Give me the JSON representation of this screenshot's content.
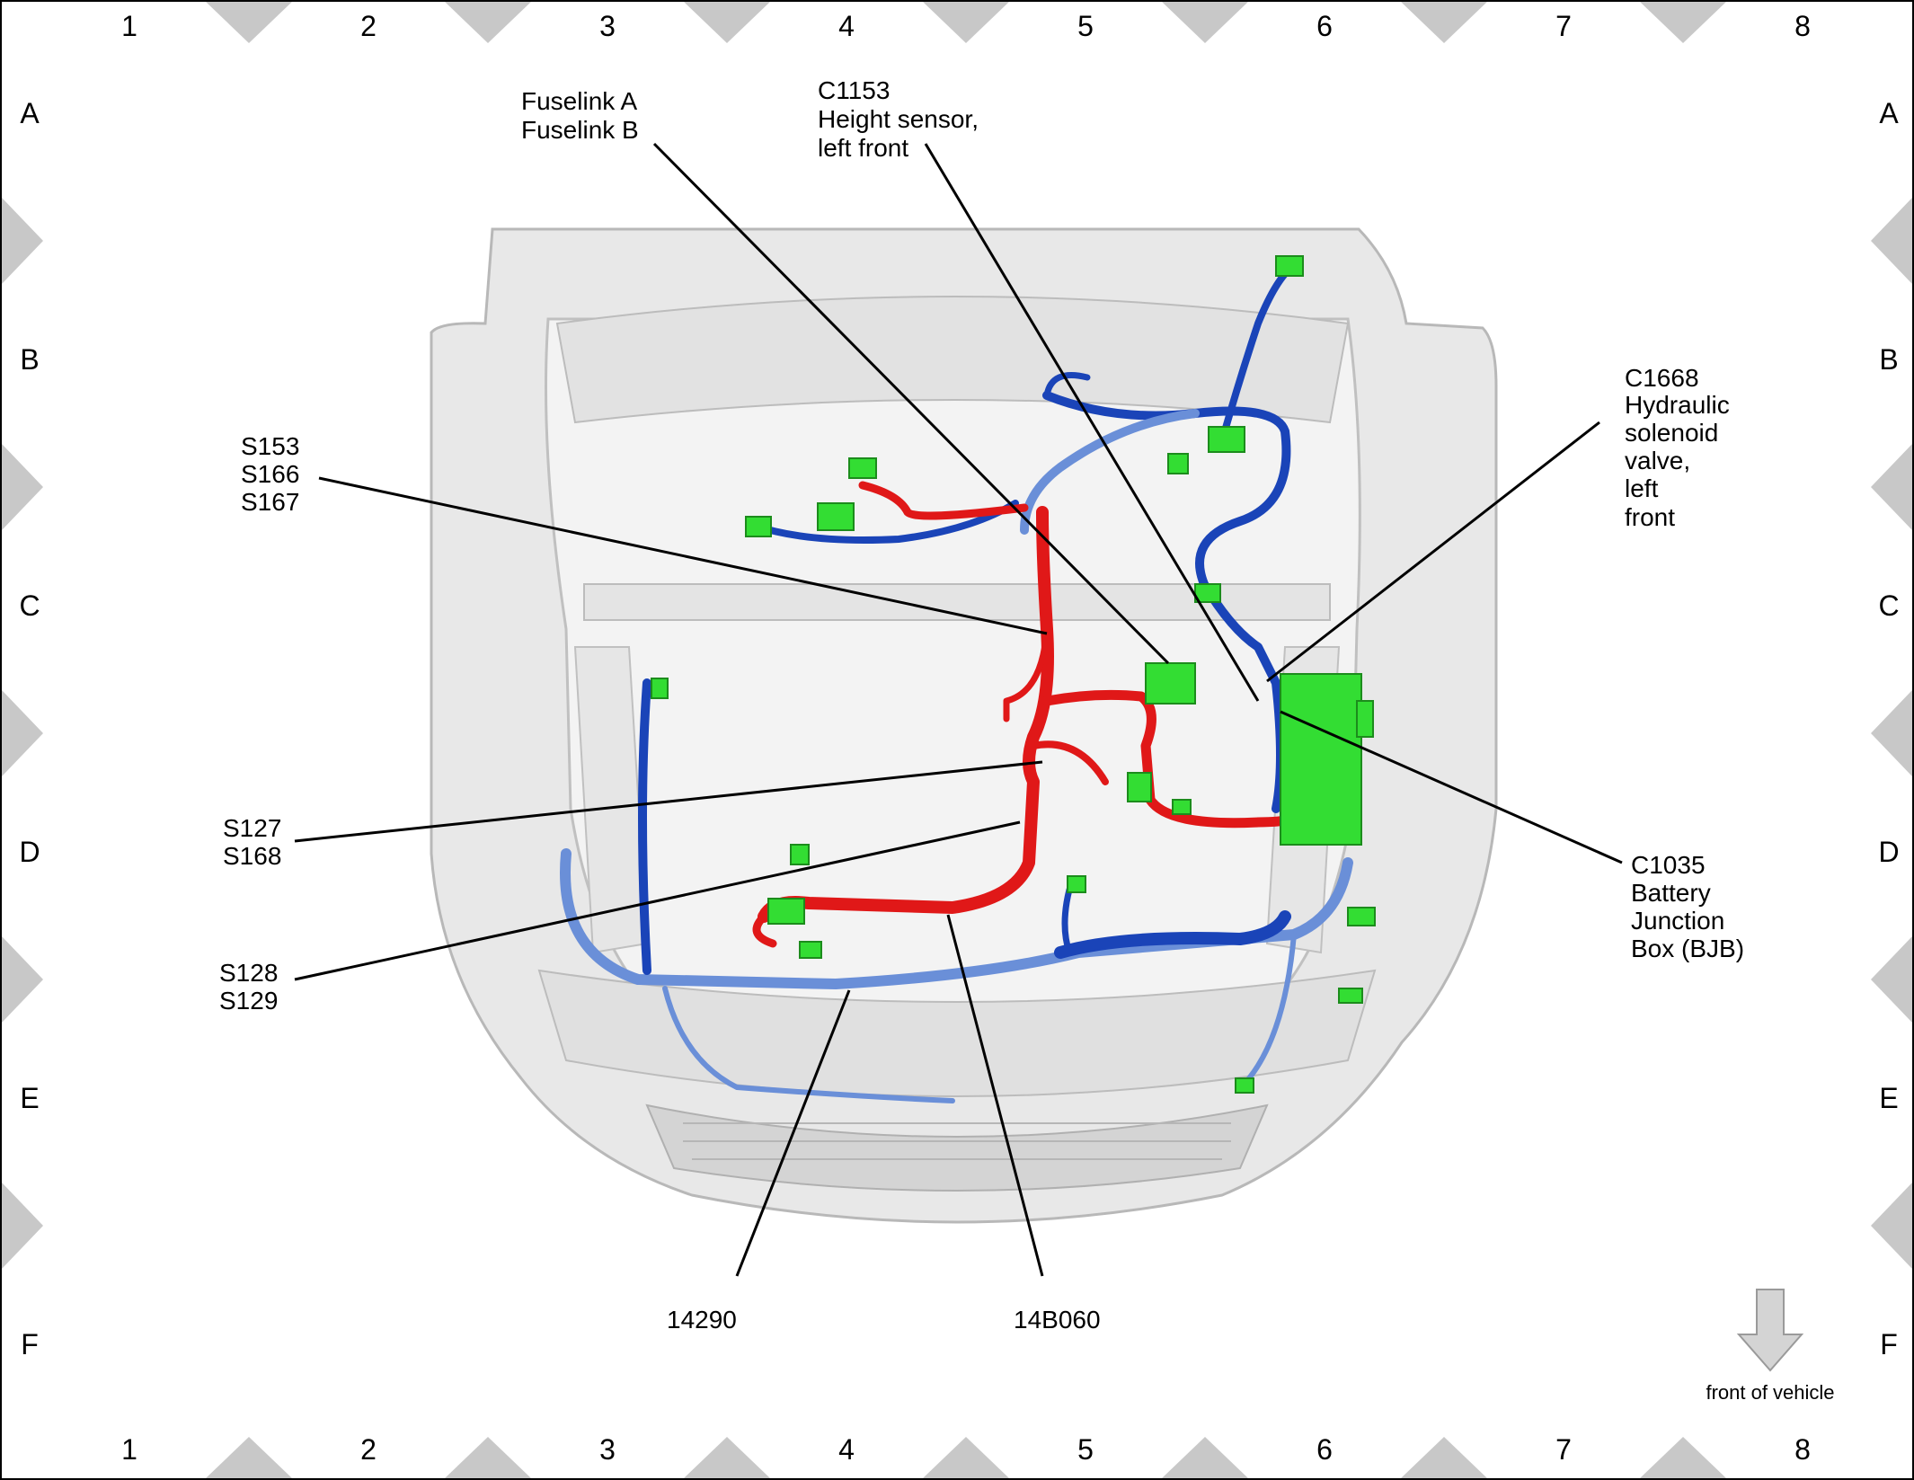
{
  "grid": {
    "columns": [
      "1",
      "2",
      "3",
      "4",
      "5",
      "6",
      "7",
      "8"
    ],
    "rows": [
      "A",
      "B",
      "C",
      "D",
      "E",
      "F"
    ]
  },
  "callouts": {
    "fuselink": [
      "Fuselink A",
      "Fuselink B"
    ],
    "c1153": [
      "C1153",
      "Height sensor,",
      "left front"
    ],
    "c1668": [
      "C1668",
      "Hydraulic",
      "solenoid",
      "valve,",
      "left",
      "front"
    ],
    "s153": [
      "S153",
      "S166",
      "S167"
    ],
    "s127": [
      "S127",
      "S168"
    ],
    "s128": [
      "S128",
      "S129"
    ],
    "c1035": [
      "C1035",
      "Battery",
      "Junction",
      "Box (BJB)"
    ],
    "harness_14290": "14290",
    "harness_14b060": "14B060"
  },
  "front_of_vehicle": "front of vehicle",
  "colors": {
    "harness_red": "#e01818",
    "harness_blue": "#1a44b8",
    "harness_lightblue": "#6a8fd8",
    "connector_green": "#33dd33",
    "body_gray": "#d8d8d8",
    "marker_gray": "#c8c8c8"
  }
}
